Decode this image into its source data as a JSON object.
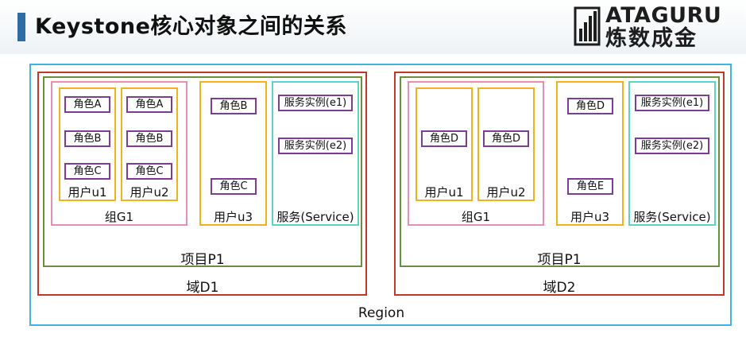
{
  "header": {
    "title": "Keystone核心对象之间的关系",
    "logo_top": "ATAGURU",
    "logo_bottom": "炼数成金"
  },
  "colors": {
    "region": "#3fb5df",
    "domain": "#c0392b",
    "project": "#6b8e3a",
    "group": "#e58fb8",
    "user": "#f2b21c",
    "service": "#5dd3c8",
    "role": "#7b3e93",
    "accent": "#2e6da4"
  },
  "region": {
    "label": "Region"
  },
  "d1": {
    "label": "域D1",
    "project": "项目P1",
    "group": "组G1",
    "u1": {
      "label": "用户u1",
      "roles": [
        "角色A",
        "角色B",
        "角色C"
      ]
    },
    "u2": {
      "label": "用户u2",
      "roles": [
        "角色A",
        "角色B",
        "角色C"
      ]
    },
    "u3": {
      "label": "用户u3",
      "roles": [
        "角色B",
        "角色C"
      ]
    },
    "service": {
      "label": "服务(Service)",
      "instances": [
        "服务实例(e1)",
        "服务实例(e2)"
      ]
    }
  },
  "d2": {
    "label": "域D2",
    "project": "项目P1",
    "group": "组G1",
    "u1": {
      "label": "用户u1",
      "roles": [
        "角色D"
      ]
    },
    "u2": {
      "label": "用户u2",
      "roles": [
        "角色D"
      ]
    },
    "u3": {
      "label": "用户u3",
      "roles": [
        "角色D",
        "角色E"
      ]
    },
    "service": {
      "label": "服务(Service)",
      "instances": [
        "服务实例(e1)",
        "服务实例(e2)"
      ]
    }
  }
}
